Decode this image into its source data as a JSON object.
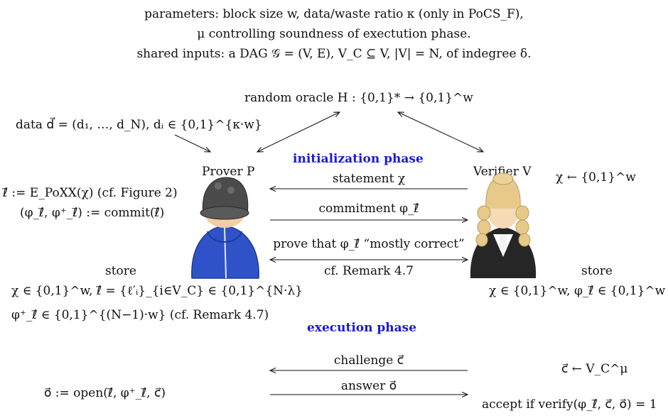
{
  "header": {
    "line1": "parameters: block size w, data/waste ratio κ (only in PoCS_F),",
    "line2": "μ controlling soundness of exectution phase.",
    "line3": "shared inputs: a DAG 𝒢 = (V, E), V_C ⊆ V, |V| = N, of indegree δ."
  },
  "oracle": "random oracle H : {0,1}* → {0,1}^w",
  "data_label": "data d⃗ = (d₁, …, d_N), dᵢ ∈ {0,1}^{κ·w}",
  "prover_title": "Prover P",
  "verifier_title": "Verifier V",
  "init_phase": "initialization phase",
  "exec_phase": "execution phase",
  "prover_init": {
    "line1": "ℓ⃗ := E_PoXX(χ) (cf. Figure 2)",
    "line2": "(φ_ℓ⃗, φ⁺_ℓ⃗) := commit(ℓ⃗)"
  },
  "verifier_sample": "χ ← {0,1}^w",
  "messages": {
    "statement": "statement χ",
    "commitment": "commitment φ_ℓ⃗",
    "prove": "prove that φ_ℓ⃗ “mostly correct”",
    "remark": "cf. Remark 4.7",
    "challenge": "challenge c⃗",
    "answer": "answer o⃗"
  },
  "prover_store": {
    "title": "store",
    "line1": "χ ∈ {0,1}^w, ℓ⃗ = {ℓ′ᵢ}_{i∈V_C} ∈ {0,1}^{N·λ}",
    "line2": "φ⁺_ℓ⃗ ∈ {0,1}^{(N−1)·w} (cf. Remark 4.7)"
  },
  "verifier_store": {
    "title": "store",
    "line1": "χ ∈ {0,1}^w, φ_ℓ⃗ ∈ {0,1}^w"
  },
  "exec": {
    "open": "o⃗ := open(ℓ⃗, φ⁺_ℓ⃗, c⃗)",
    "challenge_sample": "c⃗ ← V_C^μ",
    "accept": "accept if verify(φ_ℓ⃗, c⃗, o⃗) = 1"
  },
  "colors": {
    "phase_blue": "#1a1ad6",
    "poxx_red": "#e8282f",
    "prover_coat": "#2f52c8",
    "prover_hat": "#4b4b4b",
    "judge_robe": "#262626",
    "judge_wig": "#e7c98a"
  },
  "icons": [
    "prover-figure-icon",
    "judge-verifier-icon"
  ]
}
